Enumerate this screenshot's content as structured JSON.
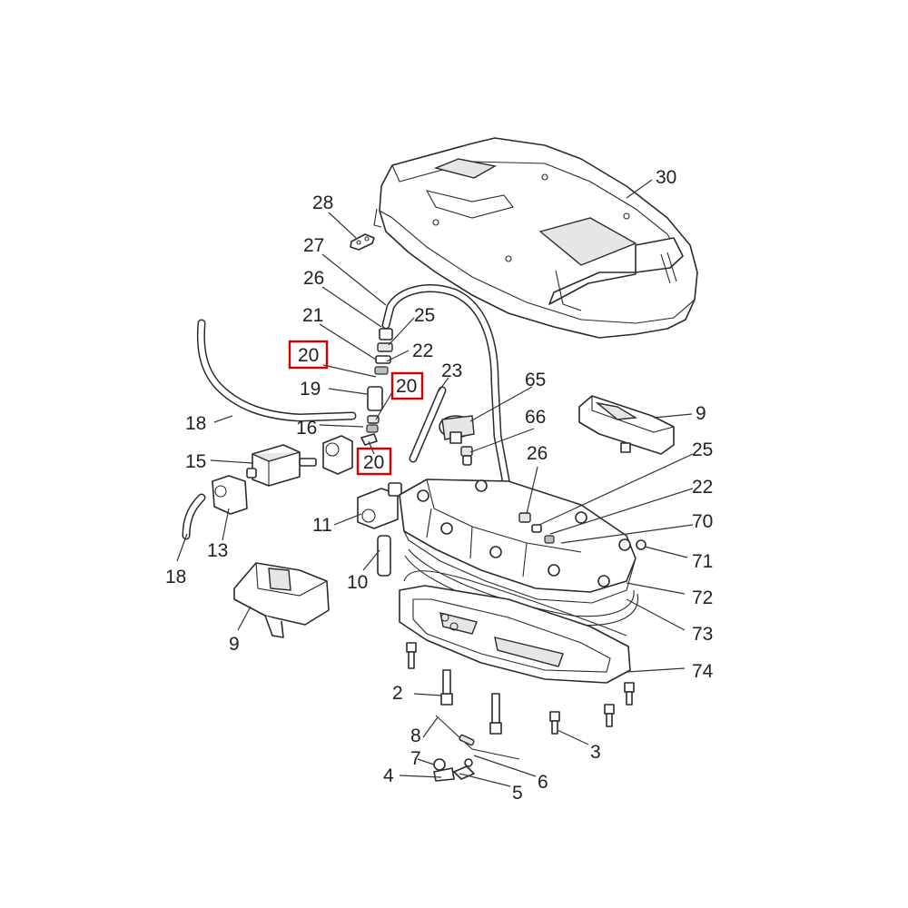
{
  "callouts": [
    {
      "id": "c30",
      "text": "30"
    },
    {
      "id": "c28",
      "text": "28"
    },
    {
      "id": "c27",
      "text": "27"
    },
    {
      "id": "c26a",
      "text": "26"
    },
    {
      "id": "c25a",
      "text": "25"
    },
    {
      "id": "c21",
      "text": "21"
    },
    {
      "id": "c22a",
      "text": "22"
    },
    {
      "id": "c20a",
      "text": "20"
    },
    {
      "id": "c20b",
      "text": "20"
    },
    {
      "id": "c20c",
      "text": "20"
    },
    {
      "id": "c19",
      "text": "19"
    },
    {
      "id": "c23",
      "text": "23"
    },
    {
      "id": "c65",
      "text": "65"
    },
    {
      "id": "c66",
      "text": "66"
    },
    {
      "id": "c18a",
      "text": "18"
    },
    {
      "id": "c16",
      "text": "16"
    },
    {
      "id": "c15",
      "text": "15"
    },
    {
      "id": "c9a",
      "text": "9"
    },
    {
      "id": "c26b",
      "text": "26"
    },
    {
      "id": "c25b",
      "text": "25"
    },
    {
      "id": "c22b",
      "text": "22"
    },
    {
      "id": "c70",
      "text": "70"
    },
    {
      "id": "c71",
      "text": "71"
    },
    {
      "id": "c72",
      "text": "72"
    },
    {
      "id": "c73",
      "text": "73"
    },
    {
      "id": "c74",
      "text": "74"
    },
    {
      "id": "c13",
      "text": "13"
    },
    {
      "id": "c11",
      "text": "11"
    },
    {
      "id": "c10",
      "text": "10"
    },
    {
      "id": "c18b",
      "text": "18"
    },
    {
      "id": "c9b",
      "text": "9"
    },
    {
      "id": "c2",
      "text": "2"
    },
    {
      "id": "c3",
      "text": "3"
    },
    {
      "id": "c8",
      "text": "8"
    },
    {
      "id": "c7",
      "text": "7"
    },
    {
      "id": "c4",
      "text": "4"
    },
    {
      "id": "c6",
      "text": "6"
    },
    {
      "id": "c5",
      "text": "5"
    }
  ],
  "highlight_color": "#d40000",
  "line_color": "#2a2a2a"
}
